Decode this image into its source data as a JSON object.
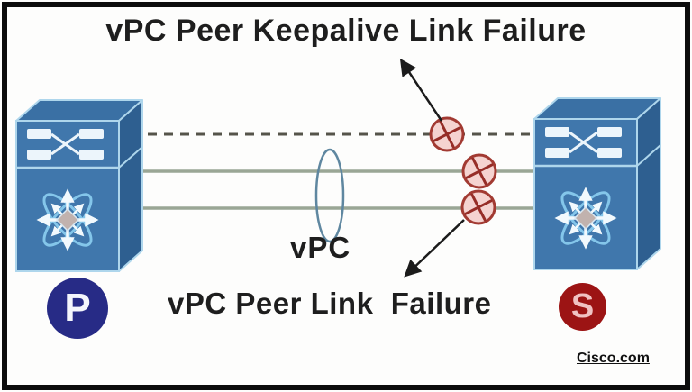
{
  "diagram": {
    "title": "vPC Peer Keepalive Link Failure",
    "peer_link_failure_label": "vPC Peer Link  Failure",
    "vpc_label": "vPC",
    "source_label": "Cisco.com"
  },
  "switches": {
    "primary": {
      "icon": "nexus-switch-icon",
      "badge": "P",
      "badge_color": "#272b86"
    },
    "secondary": {
      "icon": "nexus-switch-icon",
      "badge": "S",
      "badge_color": "#9c1414"
    }
  },
  "links": {
    "peer_keepalive": {
      "style": "dashed",
      "color": "#55544a",
      "failure_marks": 1
    },
    "peer_link": {
      "style": "double-solid",
      "color": "#9aa695",
      "failure_marks": 2,
      "label": "vPC"
    }
  },
  "icons": {
    "failure_mark": {
      "name": "circled-x-icon",
      "ring_color": "#a23a32",
      "fill_color": "#f5d3d0"
    },
    "switch_body_color": "#4077ac",
    "arrow_color": "#1b1b1b"
  }
}
